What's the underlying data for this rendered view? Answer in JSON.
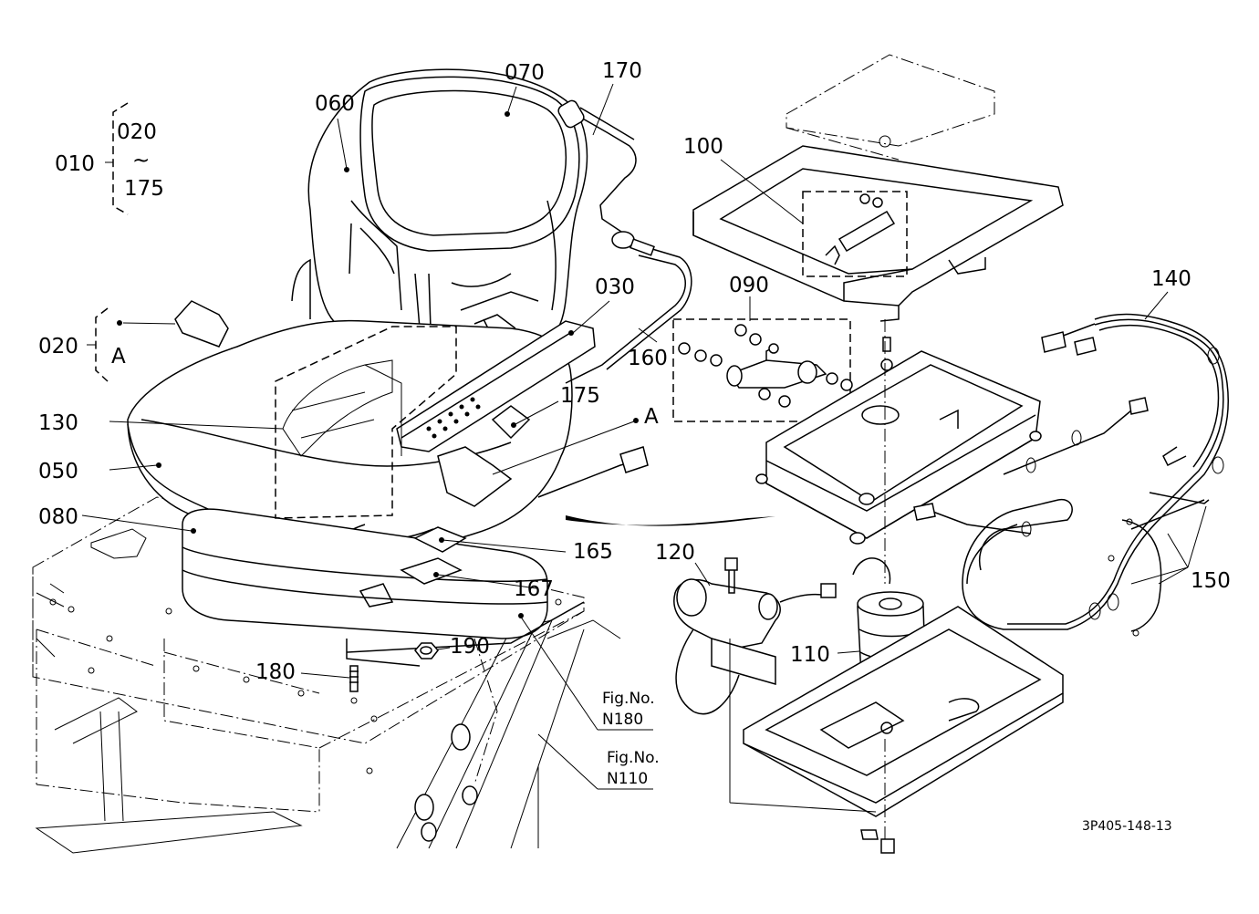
{
  "labels": {
    "p010": "010",
    "p020_range": "020",
    "tilde": "~",
    "p175_range": "175",
    "p020": "020",
    "view_a1": "A",
    "view_a2": "A",
    "p030": "030",
    "p050": "050",
    "p060": "060",
    "p070": "070",
    "p080": "080",
    "p090": "090",
    "p100": "100",
    "p110": "110",
    "p120": "120",
    "p130": "130",
    "p140": "140",
    "p150": "150",
    "p160": "160",
    "p165": "165",
    "p167": "167",
    "p170": "170",
    "p175": "175",
    "p180": "180",
    "p190": "190"
  },
  "references": {
    "ref1_line1": "Fig.No.",
    "ref1_line2": "N180",
    "ref2_line1": "Fig.No.",
    "ref2_line2": "N110"
  },
  "drawing_id": "3P405-148-13"
}
